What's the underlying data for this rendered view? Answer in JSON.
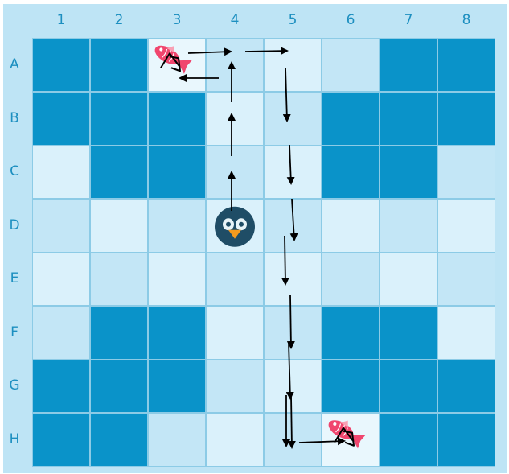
{
  "columns": [
    "1",
    "2",
    "3",
    "4",
    "5",
    "6",
    "7",
    "8"
  ],
  "rows": [
    "A",
    "B",
    "C",
    "D",
    "E",
    "F",
    "G",
    "H"
  ],
  "colors": {
    "dark": "#0a93c9",
    "light": "#daf1fb",
    "medium": "#c3e6f6",
    "pale": "#e9f7fd",
    "background": "#bee4f5",
    "label": "#1d8fc0"
  },
  "grid": [
    [
      "D",
      "D",
      "P",
      "M",
      "L",
      "M",
      "D",
      "D"
    ],
    [
      "D",
      "D",
      "D",
      "L",
      "M",
      "D",
      "D",
      "D"
    ],
    [
      "L",
      "D",
      "D",
      "M",
      "L",
      "D",
      "D",
      "M"
    ],
    [
      "M",
      "L",
      "M",
      "L",
      "M",
      "L",
      "M",
      "L"
    ],
    [
      "L",
      "M",
      "L",
      "M",
      "L",
      "M",
      "L",
      "M"
    ],
    [
      "M",
      "D",
      "D",
      "L",
      "M",
      "D",
      "D",
      "L"
    ],
    [
      "D",
      "D",
      "D",
      "M",
      "L",
      "D",
      "D",
      "D"
    ],
    [
      "D",
      "D",
      "M",
      "L",
      "M",
      "P",
      "D",
      "D"
    ]
  ],
  "pieces": [
    {
      "type": "penguin",
      "cell": "D4",
      "icon": "penguin-icon"
    },
    {
      "type": "fish",
      "cell": "A3",
      "icon": "fish-icon"
    },
    {
      "type": "fish",
      "cell": "H6",
      "icon": "fish-icon"
    }
  ],
  "path": [
    "D4",
    "C4",
    "B4",
    "A4",
    "A5",
    "B5",
    "C5",
    "D5",
    "E5",
    "F5",
    "G5",
    "H5",
    "H6"
  ]
}
